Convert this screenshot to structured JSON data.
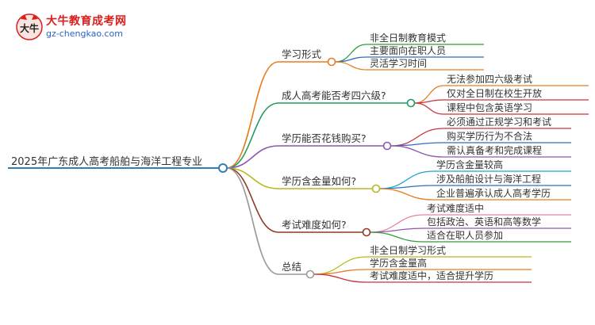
{
  "logo": {
    "name": "大牛教育成考网",
    "url": "gz-chengkao.com",
    "mark_text": "大牛"
  },
  "mindmap": {
    "root": "2025年广东成人高考船舶与海洋工程专业",
    "root_color": "#2f7fb5",
    "branches": [
      {
        "label": "学习形式",
        "color": "#e67e22",
        "children": [
          {
            "label": "非全日制教育模式",
            "color": "#2e9e3c"
          },
          {
            "label": "主要面向在职人员",
            "color": "#2b6fbf"
          },
          {
            "label": "灵活学习时间",
            "color": "#e67e22"
          }
        ]
      },
      {
        "label": "成人高考能否考四六级?",
        "color": "#1f9c60",
        "children": [
          {
            "label": "无法参加四六级考试",
            "color": "#e67e22"
          },
          {
            "label": "仅对全日制在校生开放",
            "color": "#c9333f"
          },
          {
            "label": "课程中包含英语学习",
            "color": "#c9333f"
          }
        ]
      },
      {
        "label": "学历能否花钱购买?",
        "color": "#8e57b0",
        "children": [
          {
            "label": "必须通过正规学习和考试",
            "color": "#c9333f"
          },
          {
            "label": "购买学历行为不合法",
            "color": "#2b6fbf"
          },
          {
            "label": "需认真备考和完成课程",
            "color": "#8e57b0"
          }
        ]
      },
      {
        "label": "学历含金量如何?",
        "color": "#b8b81a",
        "children": [
          {
            "label": "学历含金量较高",
            "color": "#1aa6c4"
          },
          {
            "label": "涉及船舶设计与海洋工程",
            "color": "#2b6fbf"
          },
          {
            "label": "企业普遍承认成人高考学历",
            "color": "#e67e22"
          }
        ]
      },
      {
        "label": "考试难度如何?",
        "color": "#8e3a26",
        "children": [
          {
            "label": "考试难度适中",
            "color": "#e784a0"
          },
          {
            "label": "包括政治、英语和高等数学",
            "color": "#8e57b0"
          },
          {
            "label": "适合在职人员参加",
            "color": "#2e9e3c"
          }
        ]
      },
      {
        "label": "总结",
        "color": "#9a9a9a",
        "children": [
          {
            "label": "非全日制学习形式",
            "color": "#b8b81a"
          },
          {
            "label": "学历含金量高",
            "color": "#e67e22"
          },
          {
            "label": "考试难度适中，适合提升学历",
            "color": "#c9333f"
          }
        ]
      }
    ]
  }
}
